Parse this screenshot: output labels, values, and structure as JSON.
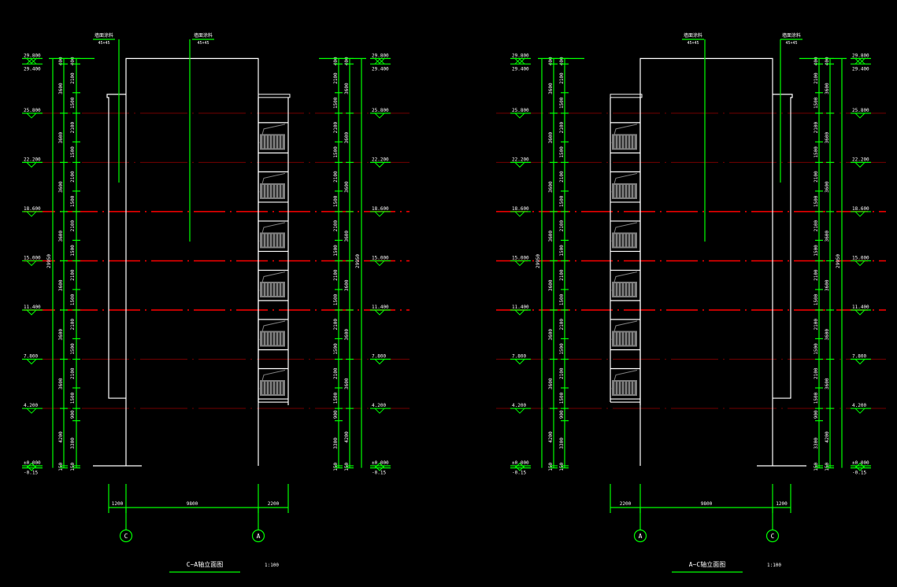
{
  "colors": {
    "background": "#000000",
    "dimension": "#00ff00",
    "outline": "#ffffff",
    "level_line": "#ff0000",
    "railing": "#808080"
  },
  "levels": [
    {
      "elev": 29.8,
      "label": "29.800",
      "bright": false
    },
    {
      "elev": 29.4,
      "label": "29.400",
      "bright": false
    },
    {
      "elev": 25.8,
      "label": "25.800",
      "bright": false
    },
    {
      "elev": 22.2,
      "label": "22.200",
      "bright": false
    },
    {
      "elev": 18.6,
      "label": "18.600",
      "bright": true
    },
    {
      "elev": 15.0,
      "label": "15.000",
      "bright": true
    },
    {
      "elev": 11.4,
      "label": "11.400",
      "bright": true
    },
    {
      "elev": 7.8,
      "label": "7.800",
      "bright": false
    },
    {
      "elev": 4.2,
      "label": "4.200",
      "bright": false
    },
    {
      "elev": 0.0,
      "label": "±0.000",
      "bright": false
    },
    {
      "elev": -0.15,
      "label": "-0.15",
      "bright": false
    }
  ],
  "total_height_label": "29950",
  "floor_dims": [
    {
      "from": 29.8,
      "to": 29.4,
      "label": "400"
    },
    {
      "from": 29.4,
      "to": 25.8,
      "label": "3600"
    },
    {
      "from": 25.8,
      "to": 22.2,
      "label": "3600"
    },
    {
      "from": 22.2,
      "to": 18.6,
      "label": "3600"
    },
    {
      "from": 18.6,
      "to": 15.0,
      "label": "3600"
    },
    {
      "from": 15.0,
      "to": 11.4,
      "label": "3600"
    },
    {
      "from": 11.4,
      "to": 7.8,
      "label": "3600"
    },
    {
      "from": 7.8,
      "to": 4.2,
      "label": "3600"
    },
    {
      "from": 4.2,
      "to": 0.0,
      "label": "4200"
    },
    {
      "from": 0.0,
      "to": -0.15,
      "label": "150"
    }
  ],
  "opening_dims": [
    {
      "from": 29.8,
      "to": 29.4,
      "label": "400"
    },
    {
      "from": 29.4,
      "to": 27.3,
      "label": "2100"
    },
    {
      "from": 27.3,
      "to": 25.8,
      "label": "1500"
    },
    {
      "from": 25.8,
      "to": 23.7,
      "label": "2100"
    },
    {
      "from": 23.7,
      "to": 22.2,
      "label": "1500"
    },
    {
      "from": 22.2,
      "to": 20.1,
      "label": "2100"
    },
    {
      "from": 20.1,
      "to": 18.6,
      "label": "1500"
    },
    {
      "from": 18.6,
      "to": 16.5,
      "label": "2100"
    },
    {
      "from": 16.5,
      "to": 15.0,
      "label": "1500"
    },
    {
      "from": 15.0,
      "to": 12.9,
      "label": "2100"
    },
    {
      "from": 12.9,
      "to": 11.4,
      "label": "1500"
    },
    {
      "from": 11.4,
      "to": 9.3,
      "label": "2100"
    },
    {
      "from": 9.3,
      "to": 7.8,
      "label": "1500"
    },
    {
      "from": 7.8,
      "to": 5.7,
      "label": "2100"
    },
    {
      "from": 5.7,
      "to": 4.2,
      "label": "1500"
    },
    {
      "from": 4.2,
      "to": 3.3,
      "label": "900"
    },
    {
      "from": 3.3,
      "to": 0.0,
      "label": "3300"
    },
    {
      "from": 0.0,
      "to": -0.15,
      "label": "150"
    }
  ],
  "elevations": [
    {
      "title": "C~A轴立面图",
      "scale": "1:100",
      "axes": [
        "C",
        "A"
      ],
      "widths": [
        "1200",
        "9800",
        "2200"
      ],
      "notes": [
        {
          "text": "墙面涂料",
          "sub": "45×45"
        },
        {
          "text": "墙面涂料",
          "sub": "45×45"
        }
      ]
    },
    {
      "title": "A~C轴立面图",
      "scale": "1:100",
      "axes": [
        "A",
        "C"
      ],
      "widths": [
        "2200",
        "9800",
        "1200"
      ],
      "notes": [
        {
          "text": "墙面涂料",
          "sub": "45×45"
        },
        {
          "text": "墙面涂料",
          "sub": "45×45"
        }
      ]
    }
  ]
}
